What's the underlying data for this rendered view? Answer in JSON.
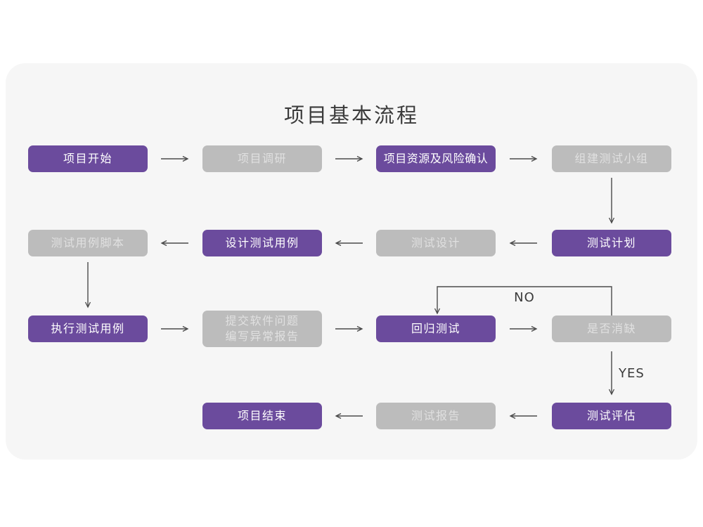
{
  "page": {
    "title": "项目基本流程"
  },
  "colors": {
    "node_purple": "#6b4b9d",
    "node_gray": "#bcbcbc",
    "node_text_on_purple": "#ffffff",
    "node_text_on_gray": "#e0e0e0",
    "card_background": "#f6f6f6",
    "page_background": "#ffffff",
    "arrow": "#4a4a4a",
    "title_text": "#3b3b3b"
  },
  "labels": {
    "no": "NO",
    "yes": "YES"
  },
  "nodes": [
    {
      "id": "project-start",
      "label": "项目开始",
      "variant": "purple"
    },
    {
      "id": "project-research",
      "label": "项目调研",
      "variant": "gray"
    },
    {
      "id": "resources-risk",
      "label": "项目资源及风险确认",
      "variant": "purple"
    },
    {
      "id": "build-test-team",
      "label": "组建测试小组",
      "variant": "gray"
    },
    {
      "id": "case-script",
      "label": "测试用例脚本",
      "variant": "gray"
    },
    {
      "id": "design-case",
      "label": "设计测试用例",
      "variant": "purple"
    },
    {
      "id": "test-design",
      "label": "测试设计",
      "variant": "gray"
    },
    {
      "id": "test-plan",
      "label": "测试计划",
      "variant": "purple"
    },
    {
      "id": "execute-case",
      "label": "执行测试用例",
      "variant": "purple"
    },
    {
      "id": "submit-issues",
      "label": "提交软件问题",
      "label2": "编写异常报告",
      "variant": "gray"
    },
    {
      "id": "regression-test",
      "label": "回归测试",
      "variant": "purple"
    },
    {
      "id": "defect-cleared",
      "label": "是否消缺",
      "variant": "gray"
    },
    {
      "id": "project-end",
      "label": "项目结束",
      "variant": "purple"
    },
    {
      "id": "test-report",
      "label": "测试报告",
      "variant": "gray"
    },
    {
      "id": "test-evaluation",
      "label": "测试评估",
      "variant": "purple"
    }
  ]
}
